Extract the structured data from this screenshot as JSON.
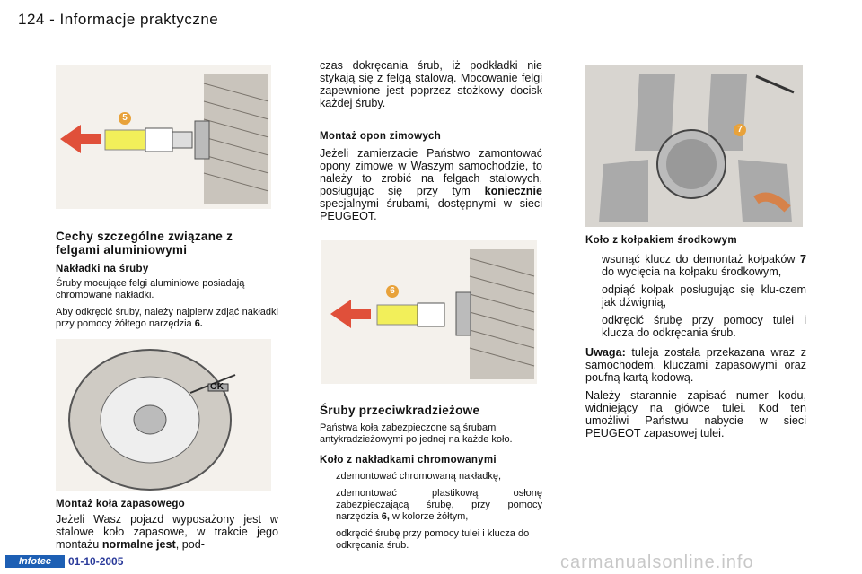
{
  "header": {
    "title": "124 - Informacje praktyczne"
  },
  "figures": {
    "fig1_badge": "5",
    "fig2_badge": "6",
    "fig4_badge": "7",
    "wheel_label": "OK"
  },
  "col1": {
    "section_title": "Cechy szczególne związane z felgami aluminiowymi",
    "sub1": "Nakładki na śruby",
    "p1": "Śruby mocujące felgi aluminiowe posiadają chromowane nakładki.",
    "p2_a": "Aby odkręcić śruby, należy najpierw zdjąć nakładki przy pomocy żółtego narzędzia ",
    "p2_b": "6.",
    "sub2": "Montaż koła zapasowego",
    "p3_a": "Jeżeli Wasz pojazd wyposażony jest w stalowe koło zapasowe, w trakcie jego montażu ",
    "p3_b": "normalne jest",
    "p3_c": ", pod-"
  },
  "col2": {
    "p_cont": "czas dokręcania śrub, iż podkładki nie stykają się z felgą stalową. Mocowanie felgi zapewnione jest poprzez stożkowy docisk każdej śruby.",
    "sub_winter": "Montaż opon zimowych",
    "p_winter_a": "Jeżeli zamierzacie Państwo zamontować opony zimowe w Waszym samochodzie, to należy to zrobić na felgach stalowych, posługując się przy tym ",
    "p_winter_b": "koniecznie",
    "p_winter_c": " specjalnymi śrubami, dostępnymi w sieci PEUGEOT.",
    "section_title": "Śruby przeciwkradzieżowe",
    "p_anti": "Państwa koła zabezpieczone są śrubami antykradzieżowymi po jednej na każde koło.",
    "sub_chrome": "Koło z nakładkami chromowanymi",
    "bullet": "",
    "chrome_items": [
      "zdemontować chromowaną nakładkę,",
      "zdemontować plastikową osłonę zabezpieczającą śrubę, przy pomocy narzędzia ",
      "odkręcić śrubę przy pomocy tulei i klucza do odkręcania śrub."
    ],
    "chrome_item2_num": "6,",
    "chrome_item2_rest": " w kolorze żółtym,"
  },
  "col3": {
    "sub": "Koło z kołpakiem środkowym",
    "item1_a": "wsunąć klucz do demontaż kołpaków ",
    "item1_b": "7",
    "item1_c": " do wycięcia na kołpaku środkowym,",
    "item2": "odpiąć kołpak posługując się klu-czem jak dźwignią,",
    "item3": "odkręcić śrubę przy pomocy tulei i klucza do odkręcania śrub.",
    "note_label": "Uwaga:",
    "note_text": " tuleja została przekazana wraz z samochodem, kluczami zapasowymi oraz poufną kartą kodową.",
    "p_last": "Należy starannie zapisać numer kodu, widniejący na główce tulei. Kod ten umożliwi Państwu nabycie w sieci PEUGEOT zapasowej tulei."
  },
  "footer": {
    "badge": "Infotec",
    "date": "01-10-2005",
    "watermark": "carmanualsonline.info"
  },
  "colors": {
    "accent_yellow": "#f2ef5a",
    "badge_orange": "#e8a23a",
    "arrow_red": "#e0503a"
  }
}
